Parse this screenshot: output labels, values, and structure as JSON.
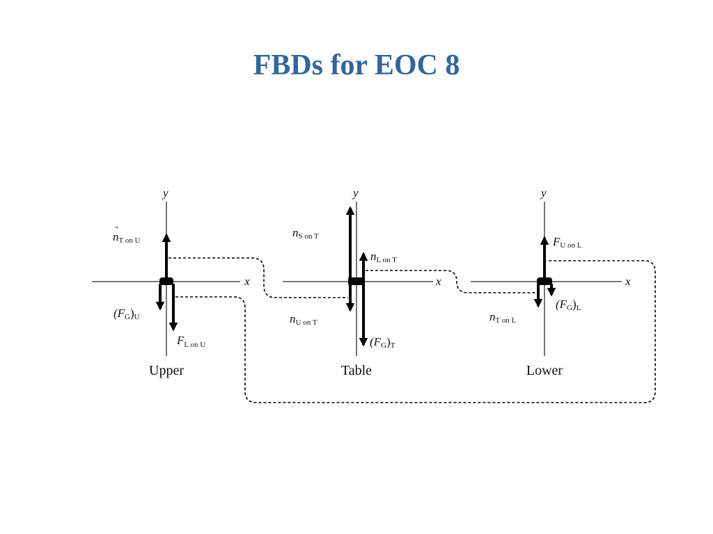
{
  "title": "FBDs for EOC 8",
  "colors": {
    "title": "#336699",
    "ink": "#000000",
    "axis": "#777777"
  },
  "diagrams": [
    {
      "caption": "Upper",
      "axes": {
        "x": "x",
        "y": "y"
      },
      "forces": [
        {
          "symbol": "n",
          "subscript": "T on U",
          "direction": "up"
        },
        {
          "symbol": "(F",
          "after": ")",
          "subscript_inner": "G",
          "subscript_outer": "U",
          "direction": "down"
        },
        {
          "symbol": "F",
          "subscript": "L on U",
          "direction": "down"
        }
      ]
    },
    {
      "caption": "Table",
      "axes": {
        "x": "x",
        "y": "y"
      },
      "forces": [
        {
          "symbol": "n",
          "subscript": "S on T",
          "direction": "up"
        },
        {
          "symbol": "n",
          "subscript": "L on T",
          "direction": "up"
        },
        {
          "symbol": "n",
          "subscript": "U on T",
          "direction": "down"
        },
        {
          "symbol": "(F",
          "after": ")",
          "subscript_inner": "G",
          "subscript_outer": "T",
          "direction": "down"
        }
      ]
    },
    {
      "caption": "Lower",
      "axes": {
        "x": "x",
        "y": "y"
      },
      "forces": [
        {
          "symbol": "F",
          "subscript": "U on L",
          "direction": "up"
        },
        {
          "symbol": "n",
          "subscript": "T on L",
          "direction": "down"
        },
        {
          "symbol": "(F",
          "after": ")",
          "subscript_inner": "G",
          "subscript_outer": "L",
          "direction": "down"
        }
      ]
    }
  ],
  "interaction_pairs": [
    {
      "between": [
        "n T on U",
        "n U on T"
      ],
      "style": "dashed"
    },
    {
      "between": [
        "n L on T",
        "n T on L"
      ],
      "style": "dashed"
    },
    {
      "between": [
        "F L on U",
        "F U on L"
      ],
      "style": "dashed"
    }
  ]
}
